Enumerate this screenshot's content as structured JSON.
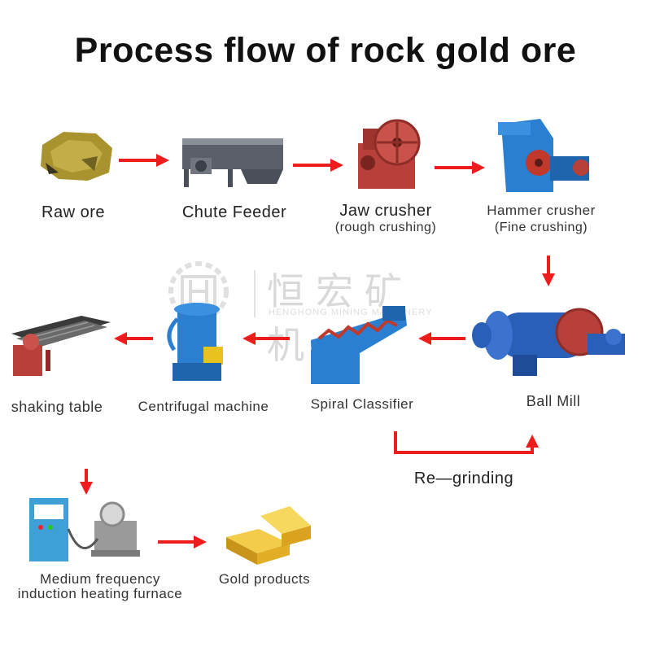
{
  "title": "Process flow of rock  gold ore",
  "steps": {
    "raw_ore": {
      "label": "Raw ore"
    },
    "chute_feeder": {
      "label": "Chute Feeder"
    },
    "jaw_crusher": {
      "label": "Jaw crusher",
      "sub": "(rough crushing)"
    },
    "hammer_crusher": {
      "label": "Hammer crusher",
      "sub": "(Fine crushing)"
    },
    "ball_mill": {
      "label": "Ball Mill"
    },
    "spiral_classifier": {
      "label": "Spiral Classifier"
    },
    "centrifugal_machine": {
      "label": "Centrifugal machine"
    },
    "shaking_table": {
      "label": "shaking table"
    },
    "furnace": {
      "label_line1": "Medium frequency",
      "label_line2": "induction heating furnace"
    },
    "gold_products": {
      "label": "Gold products"
    }
  },
  "regrinding": {
    "label": "Re—grinding"
  },
  "watermark": {
    "chinese": "恒宏矿机",
    "english": "HENGHONG MINING MACHINERY",
    "logo_glyph": "HH"
  },
  "colors": {
    "arrow": "#ee1c1c",
    "machine_blue": "#2a7fd1",
    "machine_red": "#b8403a",
    "gold": "#e8b21e",
    "ore": "#a8932e"
  }
}
